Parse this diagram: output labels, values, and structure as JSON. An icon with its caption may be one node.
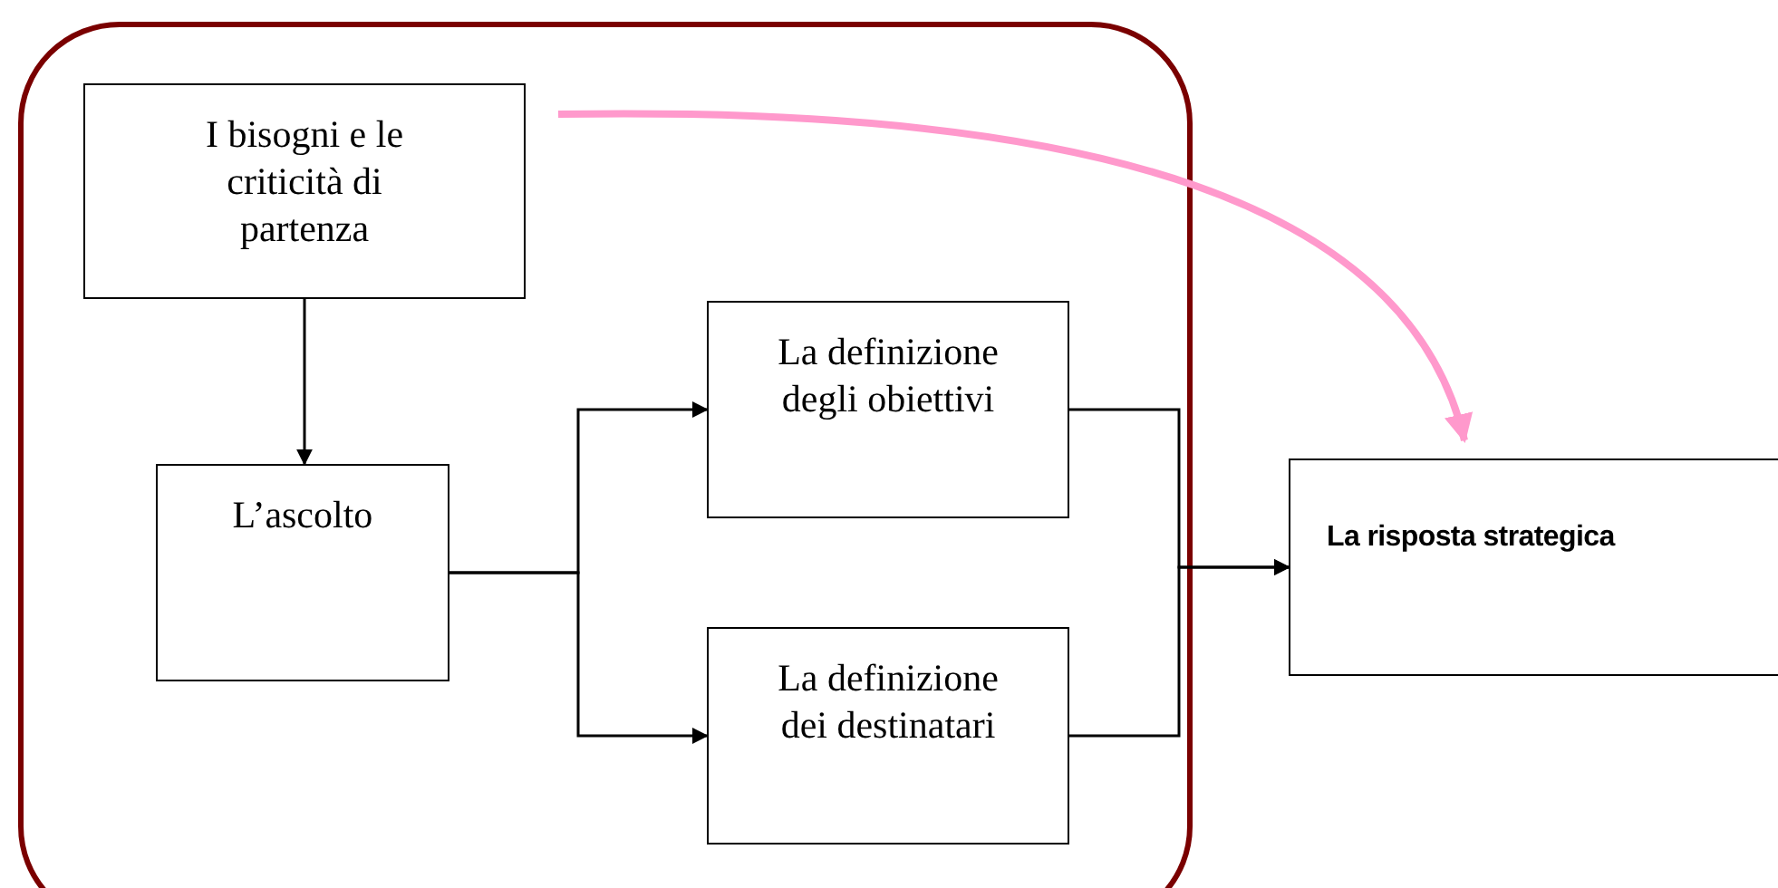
{
  "diagram": {
    "nodes": [
      {
        "text": [],
        "shape": "box"
      },
      {
        "text": [
          "I bisogni e le criticità di partenza"
        ],
        "in": 0
      },
      {
        "text": [
          "L’ascolto"
        ],
        "in": 0
      },
      {
        "text": [
          "La definizione degli obiettivi"
        ],
        "in": 0
      },
      {
        "text": [
          "La definizione dei destinatari"
        ],
        "in": 0
      },
      {
        "text": [
          "La risposta strategica"
        ]
      }
    ],
    "edges": [
      {
        "from": 1,
        "to": 2,
        "arrow": "to"
      },
      {
        "from": 2,
        "to": 3,
        "arrow": "to"
      },
      {
        "from": 2,
        "to": 4,
        "arrow": "to"
      },
      {
        "from": 3,
        "to": 5,
        "arrow": "to"
      },
      {
        "from": 4,
        "to": 5,
        "arrow": "to"
      },
      {
        "from": 1,
        "to": 5,
        "arrow": "to",
        "style": "thick",
        "color": "#ff99cc"
      }
    ]
  }
}
